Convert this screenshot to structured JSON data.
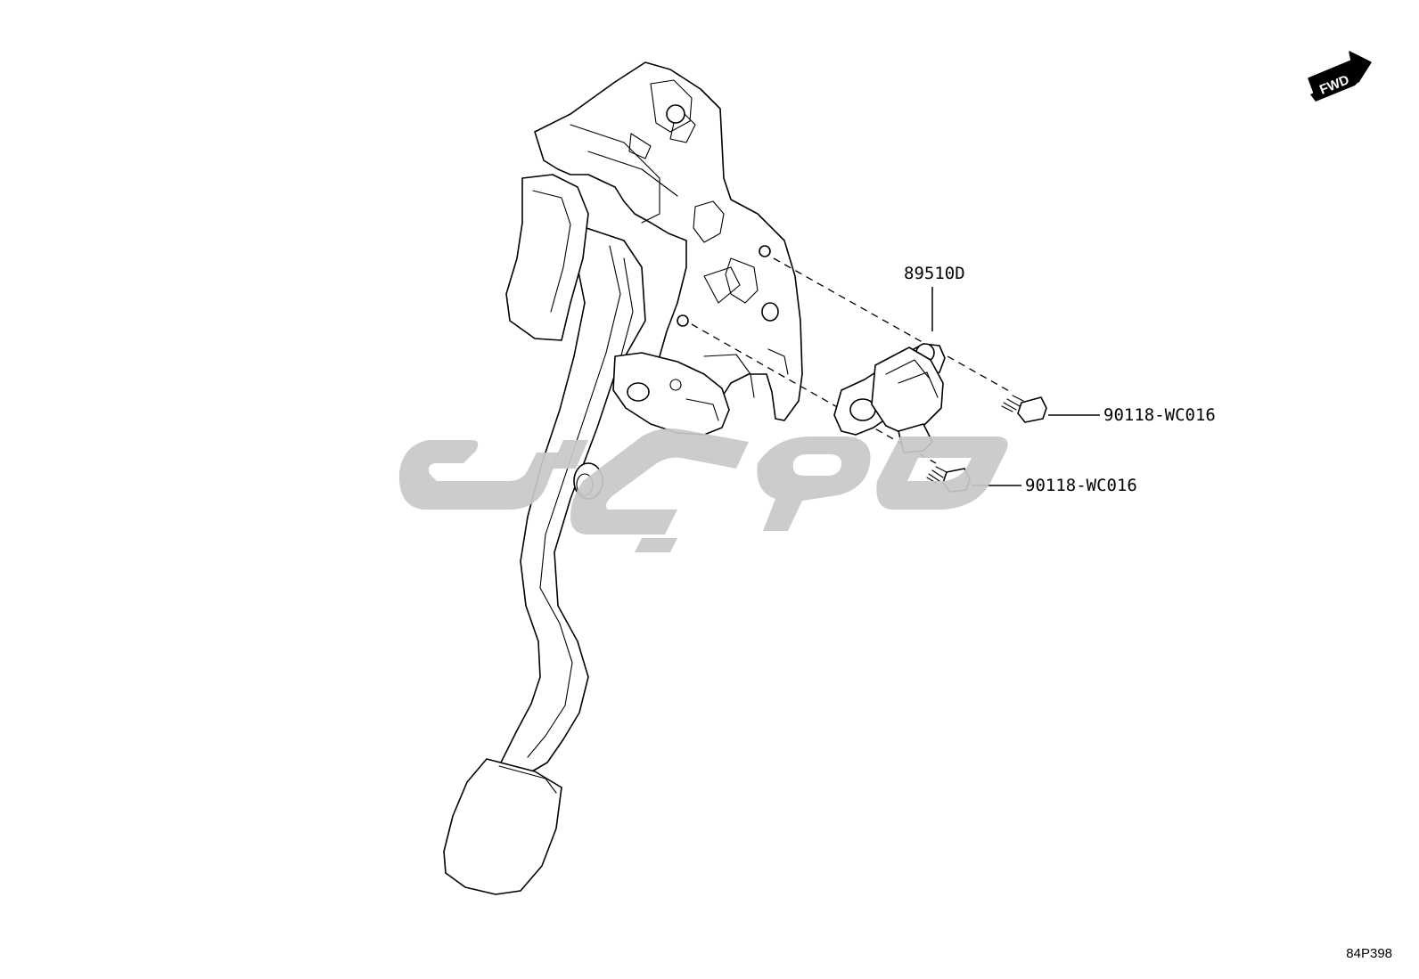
{
  "callouts": {
    "sensor_part": "89510D",
    "bolt_upper": "90118-WC016",
    "bolt_lower": "90118-WC016"
  },
  "fwd_arrow": {
    "label": "FWD"
  },
  "figure_id": "84P398",
  "colors": {
    "line": "#000000",
    "watermark": "#c8c8c8",
    "background": "#ffffff"
  },
  "icons": {
    "fwd_arrow": "direction-arrow-icon"
  }
}
